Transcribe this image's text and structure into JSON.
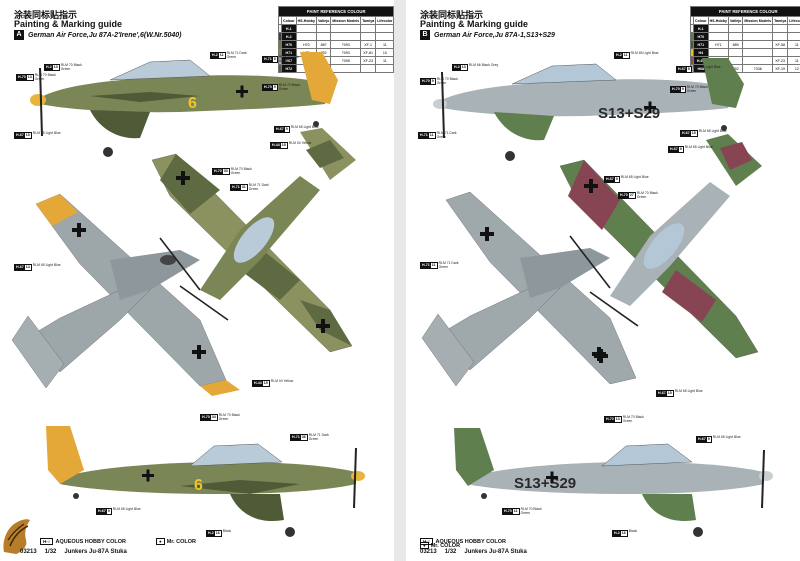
{
  "left": {
    "title_cn": "涂装同标贴指示",
    "title_en": "Painting & Marking guide",
    "variant_letter": "A",
    "variant_name": "German Air Force,Ju 87A-2'Irene',6(W.Nr.5040)",
    "table_title": "PAINT REFERENCE COLOUR",
    "table_headers": [
      "Colour",
      "HS-Hobby",
      "Vallejo",
      "Mission Models",
      "Tamiya",
      "Lifecolor"
    ],
    "table_rows": [
      {
        "code": "H-1",
        "swatch": "#f4f4f4",
        "values": [
          "",
          "",
          "",
          "",
          ""
        ]
      },
      {
        "code": "H-2",
        "swatch": "#3e3e3e",
        "values": [
          "",
          "",
          "",
          "",
          ""
        ]
      },
      {
        "code": "H70",
        "swatch": "#6e7750",
        "values": [
          "H70",
          "887",
          "7093",
          "XF-1",
          "11"
        ]
      },
      {
        "code": "H71",
        "swatch": "#7e8a55",
        "values": [
          "H71",
          "892",
          "7093",
          "XF-81",
          "10"
        ]
      },
      {
        "code": "H67",
        "swatch": "#a7b2b3",
        "values": [
          "H67",
          "908",
          "7095",
          "XF-23",
          "11"
        ]
      },
      {
        "code": "H72",
        "swatch": "#595e47",
        "values": [
          "",
          "",
          "",
          "",
          ""
        ]
      }
    ],
    "swatch_colors": {
      "green_dark": "#5e6a42",
      "green_light": "#8c9160",
      "belly": "#a8b3b7",
      "yellow": "#e3a838",
      "wing_grey": "#9da6a9",
      "spinner": "#e8b53a"
    },
    "fuselage_code_top": "6",
    "fuselage_code_bottom": "6",
    "callouts": [
      {
        "h": "H-2",
        "n": "13",
        "cap": "RLM 70 Black Green"
      },
      {
        "h": "H-2",
        "n": "11",
        "cap": "RLM 71 Dark Green"
      },
      {
        "h": "H-71",
        "n": "9",
        "cap": "RLM 71 Dark Green"
      },
      {
        "h": "H-70",
        "n": "9",
        "cap": "RLM 70 Black Green"
      },
      {
        "h": "H-67",
        "n": "9",
        "cap": "RLM 65 Light Blue"
      },
      {
        "h": "H-44",
        "n": "15",
        "cap": "RLM 04 Yellow"
      },
      {
        "h": "H-70",
        "n": "13",
        "cap": "RLM 70 Black Green"
      },
      {
        "h": "H-67",
        "n": "15",
        "cap": "RLM 65 Light Blue"
      },
      {
        "h": "H-70",
        "n": "30",
        "cap": "RLM 70 Black Green"
      },
      {
        "h": "H-71",
        "n": "31",
        "cap": "RLM 71 Dark Green"
      },
      {
        "h": "H-67",
        "n": "14",
        "cap": "RLM 65 Light Blue"
      },
      {
        "h": "H-44",
        "n": "15",
        "cap": "RLM 04 Yellow"
      },
      {
        "h": "H-70",
        "n": "34",
        "cap": "RLM 70 Black Green"
      },
      {
        "h": "H-71",
        "n": "36",
        "cap": "RLM 71 Dark Green"
      },
      {
        "h": "H-67",
        "n": "9",
        "cap": "RLM 65 Light Blue"
      },
      {
        "h": "H-2",
        "n": "16",
        "cap": "Black"
      }
    ],
    "footer_brand": "AQUEOUS HOBBY COLOR",
    "footer_mr": "Mr. COLOR",
    "footer_code": "03213",
    "footer_scale": "1/32",
    "footer_name": "Junkers Ju-87A Stuka"
  },
  "right": {
    "title_cn": "涂装同标贴指示",
    "title_en": "Painting & Marking guide",
    "variant_letter": "B",
    "variant_name": "German Air Force,Ju 87A-1,S13+S29",
    "table_title": "PAINT REFERENCE COLOUR",
    "table_headers": [
      "Colour",
      "HS-Hobby",
      "Vallejo",
      "Mission Models",
      "Tamiya",
      "Lifecolor"
    ],
    "table_rows": [
      {
        "code": "H-1",
        "swatch": "#f4f4f4",
        "values": [
          "",
          "",
          "",
          "",
          ""
        ]
      },
      {
        "code": "H70",
        "swatch": "#5d7a4a",
        "values": [
          "",
          "",
          "",
          "",
          ""
        ]
      },
      {
        "code": "H71",
        "swatch": "#3f5d37",
        "values": [
          "H71",
          "889",
          "",
          "XF-58",
          "11"
        ]
      },
      {
        "code": "H4",
        "swatch": "#e3c21f",
        "values": [
          "",
          "",
          "",
          "",
          ""
        ]
      },
      {
        "code": "H-67",
        "swatch": "#8b4d57",
        "values": [
          "H-67",
          "",
          "",
          "XF-23",
          "11"
        ]
      },
      {
        "code": "H68",
        "swatch": "#a6aeb2",
        "values": [
          "H68",
          "952",
          "7336",
          "XF-19",
          "12"
        ]
      }
    ],
    "swatch_colors": {
      "green": "#5f7f4f",
      "maroon": "#874452",
      "belly": "#a9b2b7",
      "wing_grey": "#9fa8ab",
      "canopy": "#b3c7d7"
    },
    "fuselage_code_top": "S13+S29",
    "fuselage_code_bottom": "S13+S29",
    "callouts": [
      {
        "h": "H-2",
        "n": "13",
        "cap": "RLM 66 Black Grey"
      },
      {
        "h": "H-2",
        "n": "11",
        "cap": "RLM 65 Light Blue"
      },
      {
        "h": "H-67",
        "n": "9",
        "cap": "RLM 65 Light Blue"
      },
      {
        "h": "H-70",
        "n": "9",
        "cap": "RLM 70 Black Green"
      },
      {
        "h": "H-67",
        "n": "15",
        "cap": "RLM 65 Light Blue"
      },
      {
        "h": "H-67",
        "n": "9",
        "cap": "RLM 65 Light Blue"
      },
      {
        "h": "H-70",
        "n": "9",
        "cap": "RLM 70 Black Green"
      },
      {
        "h": "H-71",
        "n": "11",
        "cap": "RLM 71 Dark Green"
      },
      {
        "h": "H-67",
        "n": "9",
        "cap": "RLM 65 Light Blue"
      },
      {
        "h": "H-70",
        "n": "27",
        "cap": "RLM 70 Black Green"
      },
      {
        "h": "H-71",
        "n": "11",
        "cap": "RLM 71 Dark Green"
      },
      {
        "h": "H-67",
        "n": "15",
        "cap": "RLM 65 Light Blue"
      },
      {
        "h": "H-70",
        "n": "13",
        "cap": "RLM 70 Black Green"
      },
      {
        "h": "H-67",
        "n": "9",
        "cap": "RLM 65 Light Blue"
      },
      {
        "h": "H-70",
        "n": "11",
        "cap": "RLM 70 Black Green"
      },
      {
        "h": "H-2",
        "n": "16",
        "cap": "Black"
      }
    ],
    "footer_brand": "AQUEOUS HOBBY COLOR",
    "footer_mr": "Mr. COLOR",
    "footer_code": "03213",
    "footer_scale": "1/32",
    "footer_name": "Junkers Ju-87A Stuka"
  }
}
